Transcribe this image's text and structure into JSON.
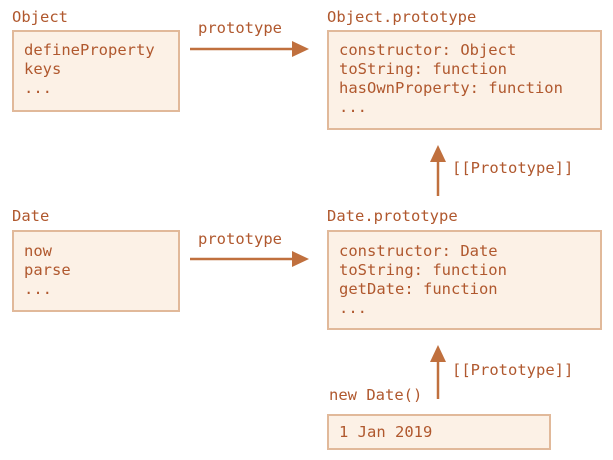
{
  "object": {
    "label": "Object",
    "lines": [
      "defineProperty",
      "keys",
      "..."
    ]
  },
  "object_prototype": {
    "label": "Object.prototype",
    "lines": [
      "constructor: Object",
      "toString: function",
      "hasOwnProperty: function",
      "..."
    ]
  },
  "date": {
    "label": "Date",
    "lines": [
      "now",
      "parse",
      "..."
    ]
  },
  "date_prototype": {
    "label": "Date.prototype",
    "lines": [
      "constructor: Date",
      "toString: function",
      "getDate: function",
      "..."
    ]
  },
  "instance": {
    "label": "new Date()",
    "value": "1 Jan 2019"
  },
  "edges": {
    "prototype_top": "prototype",
    "prototype_bottom": "prototype",
    "proto_upper": "[[Prototype]]",
    "proto_lower": "[[Prototype]]"
  },
  "colors": {
    "text": "#b0582e",
    "arrow": "#c0703e",
    "box_fill": "#fcf1e6",
    "box_border": "#e1b99a"
  }
}
